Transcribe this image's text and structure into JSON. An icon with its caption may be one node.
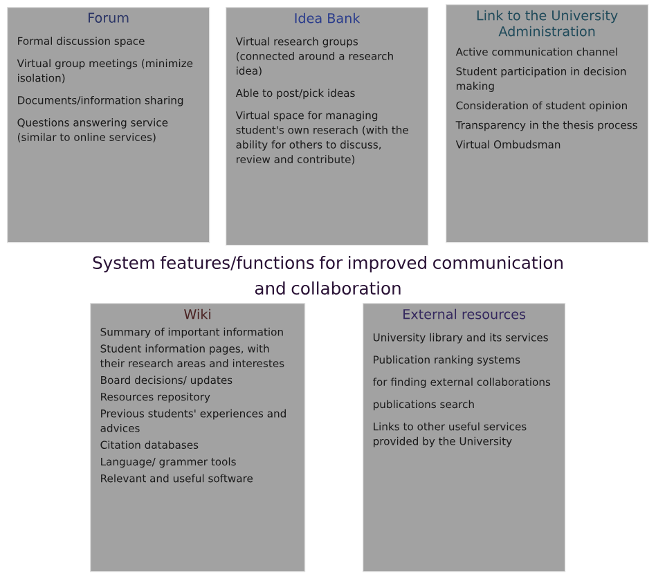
{
  "diagram": {
    "title": "System features/functions for improved communication and collaboration",
    "nodes": [
      {
        "text": [
          "Forum",
          "Formal discussion space",
          "Virtual group meetings (minimize isolation)",
          "Documents/information sharing",
          "Questions answering service (similar to online services)"
        ]
      },
      {
        "text": [
          "Idea Bank",
          "Virtual research groups (connected around a research idea)",
          "Able to post/pick ideas",
          "Virtual space for managing student's own reserach (with the ability for others to discuss, review and contribute)"
        ]
      },
      {
        "text": [
          "Link to the University Administration",
          "Active communication channel",
          "Student participation in decision making",
          "Consideration of student opinion",
          "Transparency in the thesis process",
          "Virtual Ombudsman"
        ]
      },
      {
        "text": [
          "Wiki",
          "Summary of important information",
          "Student information pages, with their research areas and interestes",
          "Board decisions/ updates",
          "Resources repository",
          "Previous students' experiences and advices",
          "Citation databases",
          "Language/ grammer tools",
          "Relevant and useful software"
        ]
      },
      {
        "text": [
          "External resources",
          "University library and its services",
          "Publication ranking systems",
          "for finding external collaborations",
          "publications search",
          "Links to other useful services provided by the University"
        ]
      }
    ]
  }
}
